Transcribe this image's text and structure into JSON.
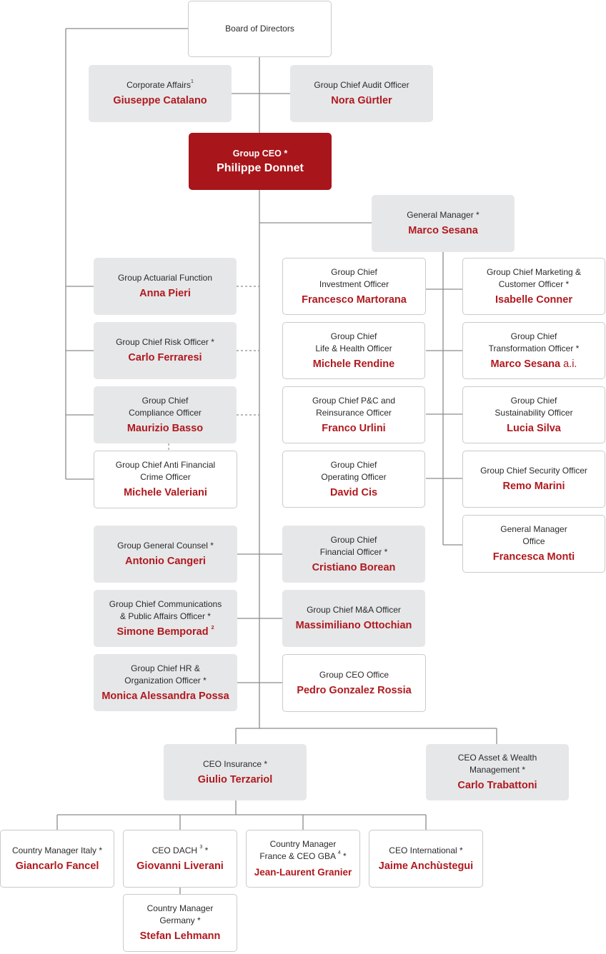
{
  "colors": {
    "accent": "#a8151a",
    "name_text": "#b0191e",
    "box_grey": "#e6e7e9",
    "line": "#8c8c8c"
  },
  "board": {
    "role": "Board of Directors"
  },
  "corporate_affairs": {
    "role": "Corporate Affairs",
    "sup": "1",
    "name": "Giuseppe Catalano"
  },
  "audit": {
    "role": "Group Chief Audit Officer",
    "name": "Nora Gürtler"
  },
  "ceo": {
    "role": "Group CEO *",
    "name": "Philippe Donnet"
  },
  "general_manager": {
    "role": "General Manager *",
    "name": "Marco Sesana"
  },
  "actuarial": {
    "role": "Group Actuarial Function",
    "name": "Anna Pieri"
  },
  "risk": {
    "role": "Group Chief Risk Officer *",
    "name": "Carlo Ferraresi"
  },
  "compliance": {
    "role": "Group Chief\nCompliance Officer",
    "name": "Maurizio Basso"
  },
  "anti_financial_crime": {
    "role": "Group Chief Anti Financial\nCrime Officer",
    "name": "Michele Valeriani"
  },
  "investment": {
    "role": "Group Chief\nInvestment Officer",
    "name": "Francesco Martorana"
  },
  "life_health": {
    "role": "Group Chief\nLife & Health Officer",
    "name": "Michele Rendine"
  },
  "pc_reinsurance": {
    "role": "Group Chief P&C and\nReinsurance Officer",
    "name": "Franco Urlini"
  },
  "operating": {
    "role": "Group Chief\nOperating Officer",
    "name": "David Cis"
  },
  "marketing": {
    "role": "Group Chief Marketing &\nCustomer Officer *",
    "name": "Isabelle Conner"
  },
  "transformation": {
    "role": "Group Chief\nTransformation Officer *",
    "name": "Marco Sesana",
    "suffix": " a.i."
  },
  "sustainability": {
    "role": "Group Chief\nSustainability Officer",
    "name": "Lucia Silva"
  },
  "security": {
    "role": "Group Chief Security Officer",
    "name": "Remo Marini"
  },
  "gm_office": {
    "role": "General Manager\nOffice",
    "name": "Francesca Monti"
  },
  "general_counsel": {
    "role": "Group General Counsel *",
    "name": "Antonio Cangeri"
  },
  "communications": {
    "role": "Group Chief Communications\n& Public Affairs Officer *",
    "name": "Simone Bemporad",
    "sup": "2"
  },
  "hr": {
    "role": "Group Chief HR &\nOrganization Officer *",
    "name": "Monica Alessandra Possa"
  },
  "financial": {
    "role": "Group Chief\nFinancial Officer *",
    "name": "Cristiano Borean"
  },
  "ma": {
    "role": "Group Chief M&A Officer",
    "name": "Massimiliano Ottochian"
  },
  "ceo_office": {
    "role": "Group CEO Office",
    "name": "Pedro Gonzalez Rossia"
  },
  "ceo_insurance": {
    "role": "CEO Insurance *",
    "name": "Giulio Terzariol"
  },
  "ceo_asset": {
    "role": "CEO Asset & Wealth\nManagement *",
    "name": "Carlo Trabattoni"
  },
  "italy": {
    "role": "Country Manager Italy *",
    "name": "Giancarlo Fancel"
  },
  "dach": {
    "role": "CEO DACH",
    "sup": "3",
    "role_tail": " *",
    "name": "Giovanni Liverani"
  },
  "france": {
    "role": "Country Manager\nFrance & CEO GBA",
    "sup": "4",
    "role_tail": " *",
    "name": "Jean-Laurent Granier"
  },
  "international": {
    "role": "CEO International *",
    "name": "Jaime Anchùstegui"
  },
  "germany": {
    "role": "Country Manager\nGermany *",
    "name": "Stefan Lehmann"
  }
}
